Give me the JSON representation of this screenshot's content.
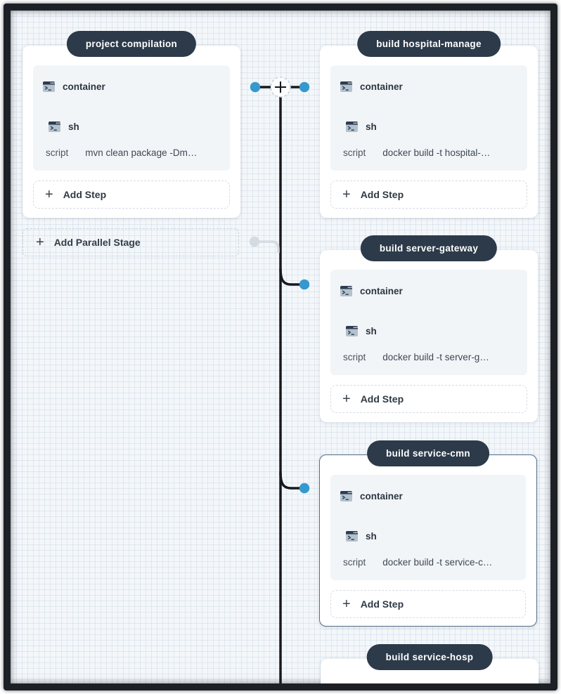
{
  "labels": {
    "container": "container",
    "sh": "sh",
    "script": "script",
    "add_step": "Add Step",
    "add_parallel": "Add Parallel Stage",
    "plus": "+"
  },
  "stages": {
    "left": {
      "name": "project compilation",
      "script_value": "mvn clean package -Dm…"
    },
    "right": [
      {
        "name": "build hospital-manage",
        "script_value": "docker build -t hospital-…"
      },
      {
        "name": "build server-gateway",
        "script_value": "docker build -t server-g…"
      },
      {
        "name": "build service-cmn",
        "script_value": "docker build -t service-c…"
      },
      {
        "name": "build service-hosp"
      }
    ]
  },
  "icons": {
    "terminal": "terminal-window-icon",
    "plus_node": "add-stage-plus-node"
  },
  "colors": {
    "stage_pill_bg": "#2c3a4a",
    "connector_line": "#17191c",
    "connector_dot_blue": "#3598ce",
    "placeholder_gray": "#d5dbe2",
    "selected_card_border": "#54708c",
    "canvas_bg": "#f4f7fa",
    "panel_bg": "#f2f5f8"
  }
}
